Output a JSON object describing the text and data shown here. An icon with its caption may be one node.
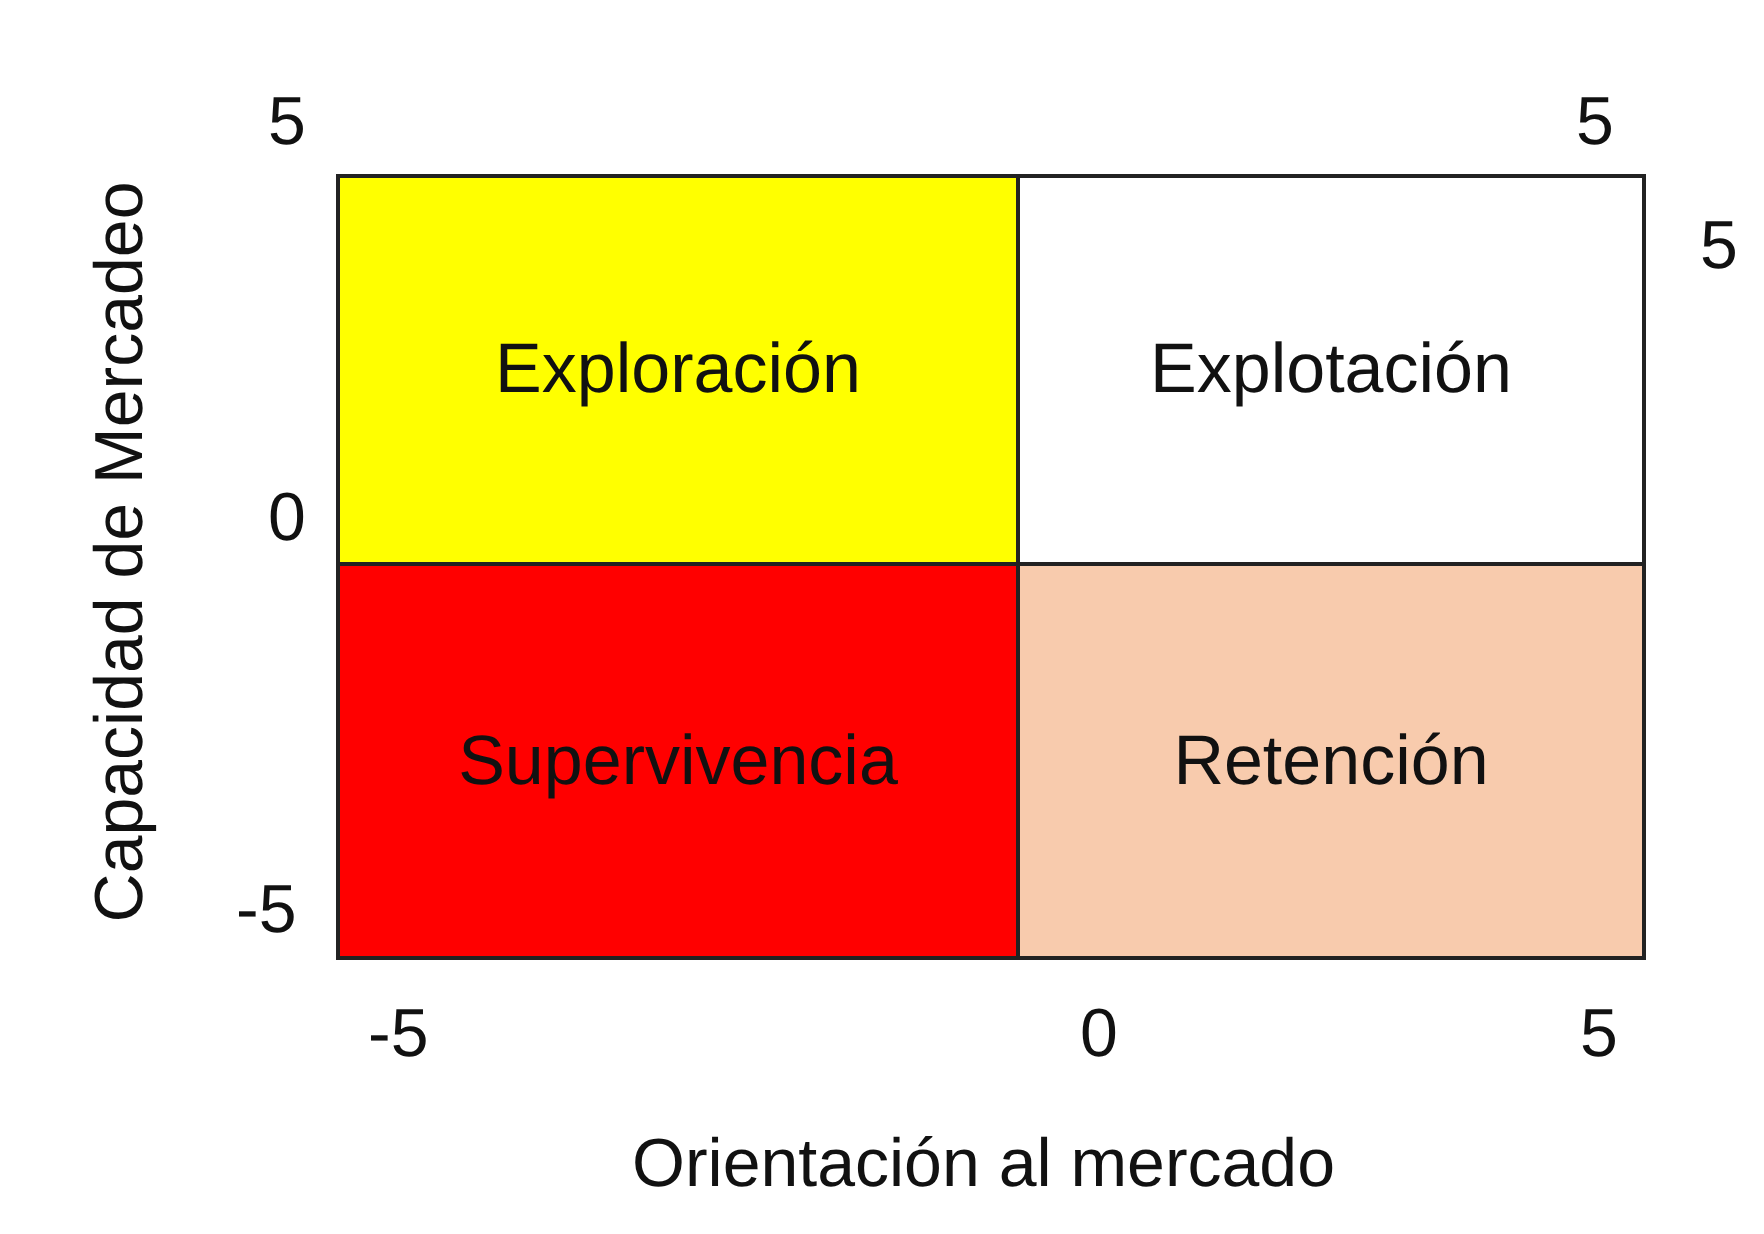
{
  "diagram": {
    "nodes": [
      {
        "text": [
          "Exploración"
        ]
      },
      {
        "text": [
          "Explotación"
        ]
      },
      {
        "text": [
          "Supervivencia"
        ]
      },
      {
        "text": [
          "Retención"
        ]
      }
    ],
    "labels": [
      "5",
      "5",
      "5",
      "0",
      "-5",
      "-5",
      "0",
      "5",
      "Capacidad de Mercadeo",
      "Orientación al mercado"
    ]
  }
}
